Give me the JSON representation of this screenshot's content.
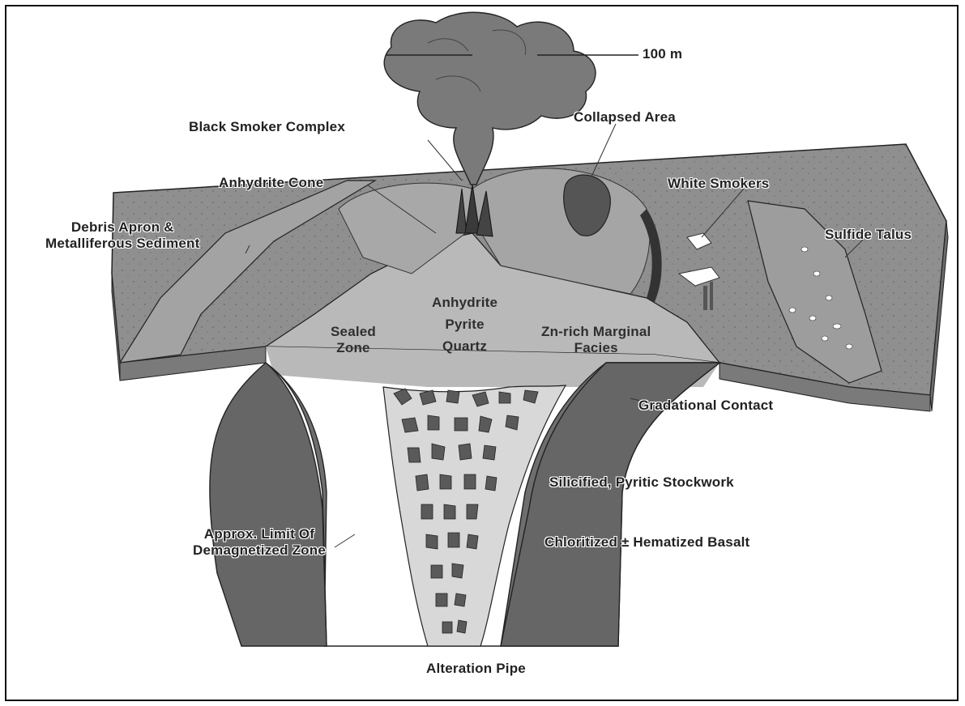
{
  "scale_bar": {
    "label": "100 m"
  },
  "labels": {
    "black_smoker_complex": "Black Smoker Complex",
    "collapsed_area": "Collapsed Area",
    "anhydrite_cone": "Anhydrite Cone",
    "white_smokers": "White Smokers",
    "debris_apron": "Debris Apron &\nMetalliferous Sediment",
    "sulfide_talus": "Sulfide Talus",
    "sealed_zone": "Sealed\nZone",
    "mound_core": "Anhydrite\nPyrite\nQuartz",
    "zn_rich": "Zn-rich Marginal\nFacies",
    "gradational_contact": "Gradational Contact",
    "stockwork": "Silicified, Pyritic Stockwork",
    "demagnetized": "Approx. Limit Of\nDemagnetized Zone",
    "basalt": "Chloritized ± Hematized Basalt",
    "alteration_pipe": "Alteration Pipe"
  },
  "colors": {
    "seafloor": "#8f8f8f",
    "mound": "#b9b9b9",
    "basalt": "#6e6e6e",
    "pipe": "#d8d8d8",
    "clasts": "#5a5a5a",
    "plume": "#7a7a7a"
  }
}
